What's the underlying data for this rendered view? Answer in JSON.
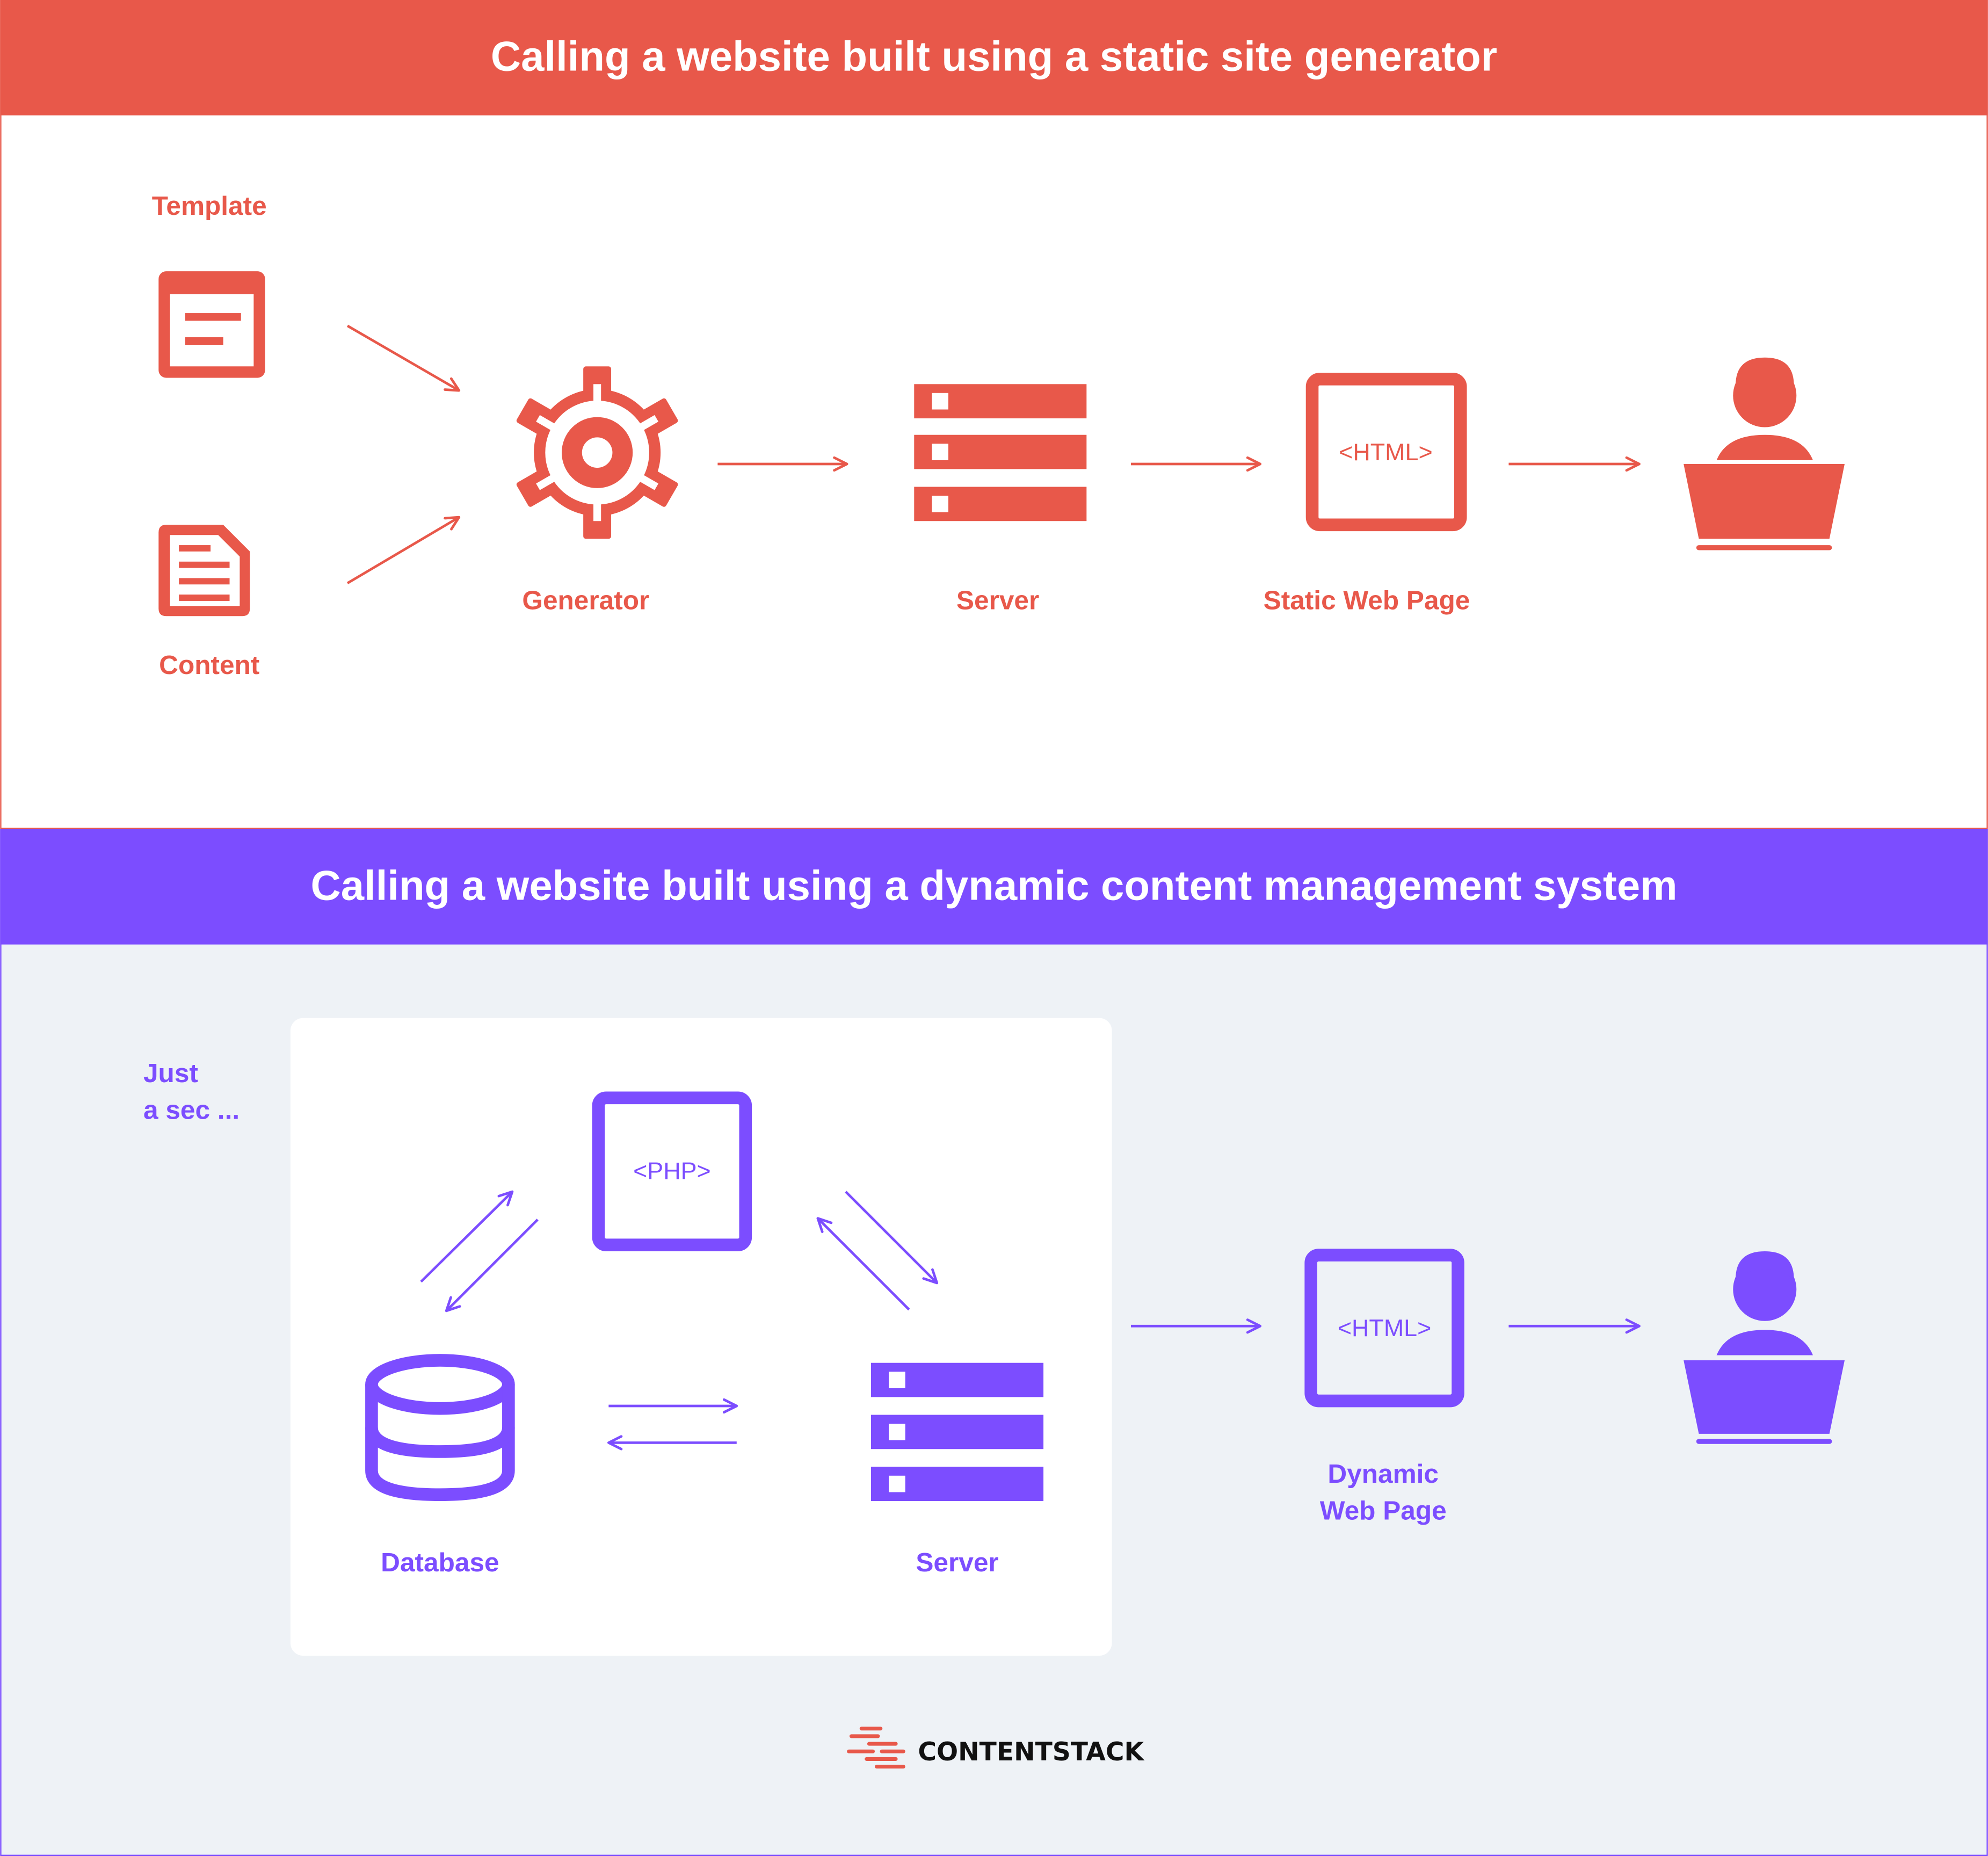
{
  "colors": {
    "static_accent": "#E8584A",
    "dynamic_accent": "#7C4DFF",
    "dynamic_panel_bg": "#EEF2F6",
    "inner_box_bg": "#FFFFFF",
    "logo_text": "#111111"
  },
  "static_section": {
    "title": "Calling a website built using a static site generator",
    "labels": {
      "template": "Template",
      "content": "Content",
      "generator": "Generator",
      "server": "Server",
      "static_web_page": "Static Web Page"
    },
    "html_tag": "<HTML>",
    "icons": [
      "template-icon",
      "content-icon",
      "gear-icon",
      "server-icon",
      "html-page-icon",
      "user-laptop-icon"
    ]
  },
  "dynamic_section": {
    "title": "Calling a website built using a dynamic content management system",
    "note_line1": "Just",
    "note_line2": "a sec ...",
    "php_tag": "<PHP>",
    "html_tag": "<HTML>",
    "labels": {
      "database": "Database",
      "server": "Server",
      "dynamic_web_page_line1": "Dynamic",
      "dynamic_web_page_line2": "Web Page"
    },
    "icons": [
      "php-page-icon",
      "database-icon",
      "server-icon",
      "html-page-icon",
      "user-laptop-icon"
    ]
  },
  "footer": {
    "brand": "CONTENTSTACK",
    "icons": [
      "contentstack-logo-icon"
    ]
  }
}
